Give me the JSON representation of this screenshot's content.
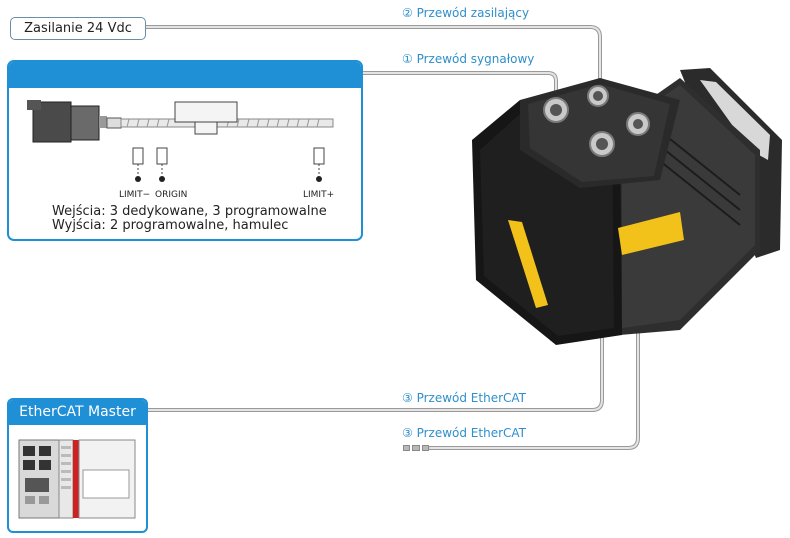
{
  "power": {
    "label": "Zasilanie 24 Vdc"
  },
  "cables": {
    "power": "② Przewód zasilający",
    "signal": "① Przewód sygnałowy",
    "ethercat_1": "③ Przewód EtherCAT",
    "ethercat_2": "③ Przewód EtherCAT"
  },
  "io_panel": {
    "sensors": [
      "LIMIT−",
      "ORIGIN",
      "LIMIT+"
    ],
    "inputs": "Wejścia: 3 dedykowane, 3 programowalne",
    "outputs": "Wyjścia: 2 programowalne, hamulec"
  },
  "master": {
    "title": "EtherCAT Master"
  },
  "colors": {
    "accent": "#1f8fd6",
    "cable_label": "#2f8fcb",
    "cable": "#bcbcbc",
    "motor_label": "#f2c21b"
  }
}
